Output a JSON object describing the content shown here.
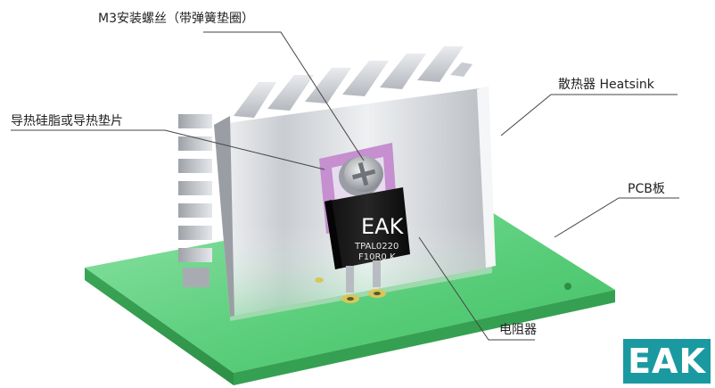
{
  "labels": {
    "screw": "M3安装螺丝（带弹簧垫圈）",
    "thermal_pad": "导热硅脂或导热垫片",
    "heatsink": "散热器 Heatsink",
    "pcb": "PCB板",
    "resistor": "电阻器"
  },
  "resistor_marking": {
    "brand": "EAK",
    "line1": "TPAL0220",
    "line2": "F10R0 K"
  },
  "logo_text": "EAK",
  "colors": {
    "pcb": "#4fc970",
    "heatsink": "#d6d8dc",
    "pad": "#c58fd0",
    "resistor": "#161616",
    "logo": "#1a9aa0"
  }
}
